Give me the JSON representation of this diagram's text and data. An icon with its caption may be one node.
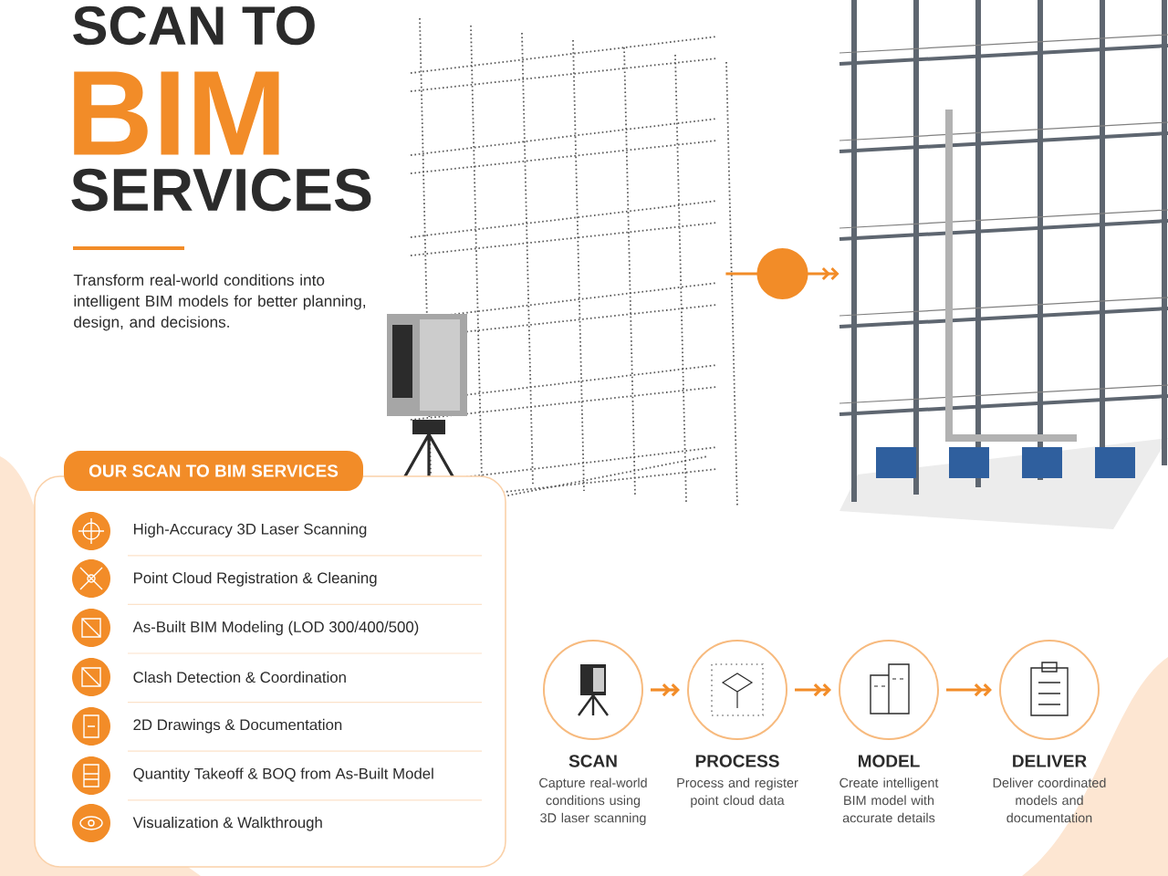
{
  "diagram": {
    "nodes": [
      {
        "text": [],
        "shape": "picture"
      },
      {
        "text": [],
        "shape": "picture"
      },
      {
        "text": [
          "OUR SCAN TO BIM SERVICES"
        ]
      },
      {
        "text": [
          "High-Accuracy 3D Laser Scanning"
        ],
        "in": 2
      },
      {
        "text": [
          "Point Cloud Registration & Cleaning"
        ],
        "in": 2
      },
      {
        "text": [
          "As-Built BIM Modeling (LOD 300/400/500)"
        ],
        "in": 2
      },
      {
        "text": [
          "Clash Detection & Coordination"
        ],
        "in": 2
      },
      {
        "text": [
          "2D Drawings & Documentation"
        ],
        "in": 2
      },
      {
        "text": [
          "Quantity Takeoff & BOQ from As-Built Model"
        ],
        "in": 2
      },
      {
        "text": [
          "Visualization & Walkthrough"
        ],
        "in": 2
      },
      {
        "text": [
          "SCAN",
          "Capture real-world conditions using 3D laser scanning"
        ]
      },
      {
        "text": [
          "PROCESS",
          "Process and register point cloud data"
        ]
      },
      {
        "text": [
          "MODEL",
          "Create intelligent BIM model with accurate details"
        ]
      },
      {
        "text": [
          "DELIVER",
          "Deliver coordinated models and documentation"
        ]
      }
    ],
    "edges": [
      {
        "from": 0,
        "to": 1,
        "arrow": "to"
      },
      {
        "from": 10,
        "to": 11,
        "arrow": "to"
      },
      {
        "from": 11,
        "to": 12,
        "arrow": "to"
      },
      {
        "from": 12,
        "to": 13,
        "arrow": "to"
      }
    ],
    "labels": [
      "SCAN TO",
      "BIM",
      "SERVICES",
      "Transform real-world conditions into intelligent BIM models for better planning, design, and decisions."
    ]
  }
}
